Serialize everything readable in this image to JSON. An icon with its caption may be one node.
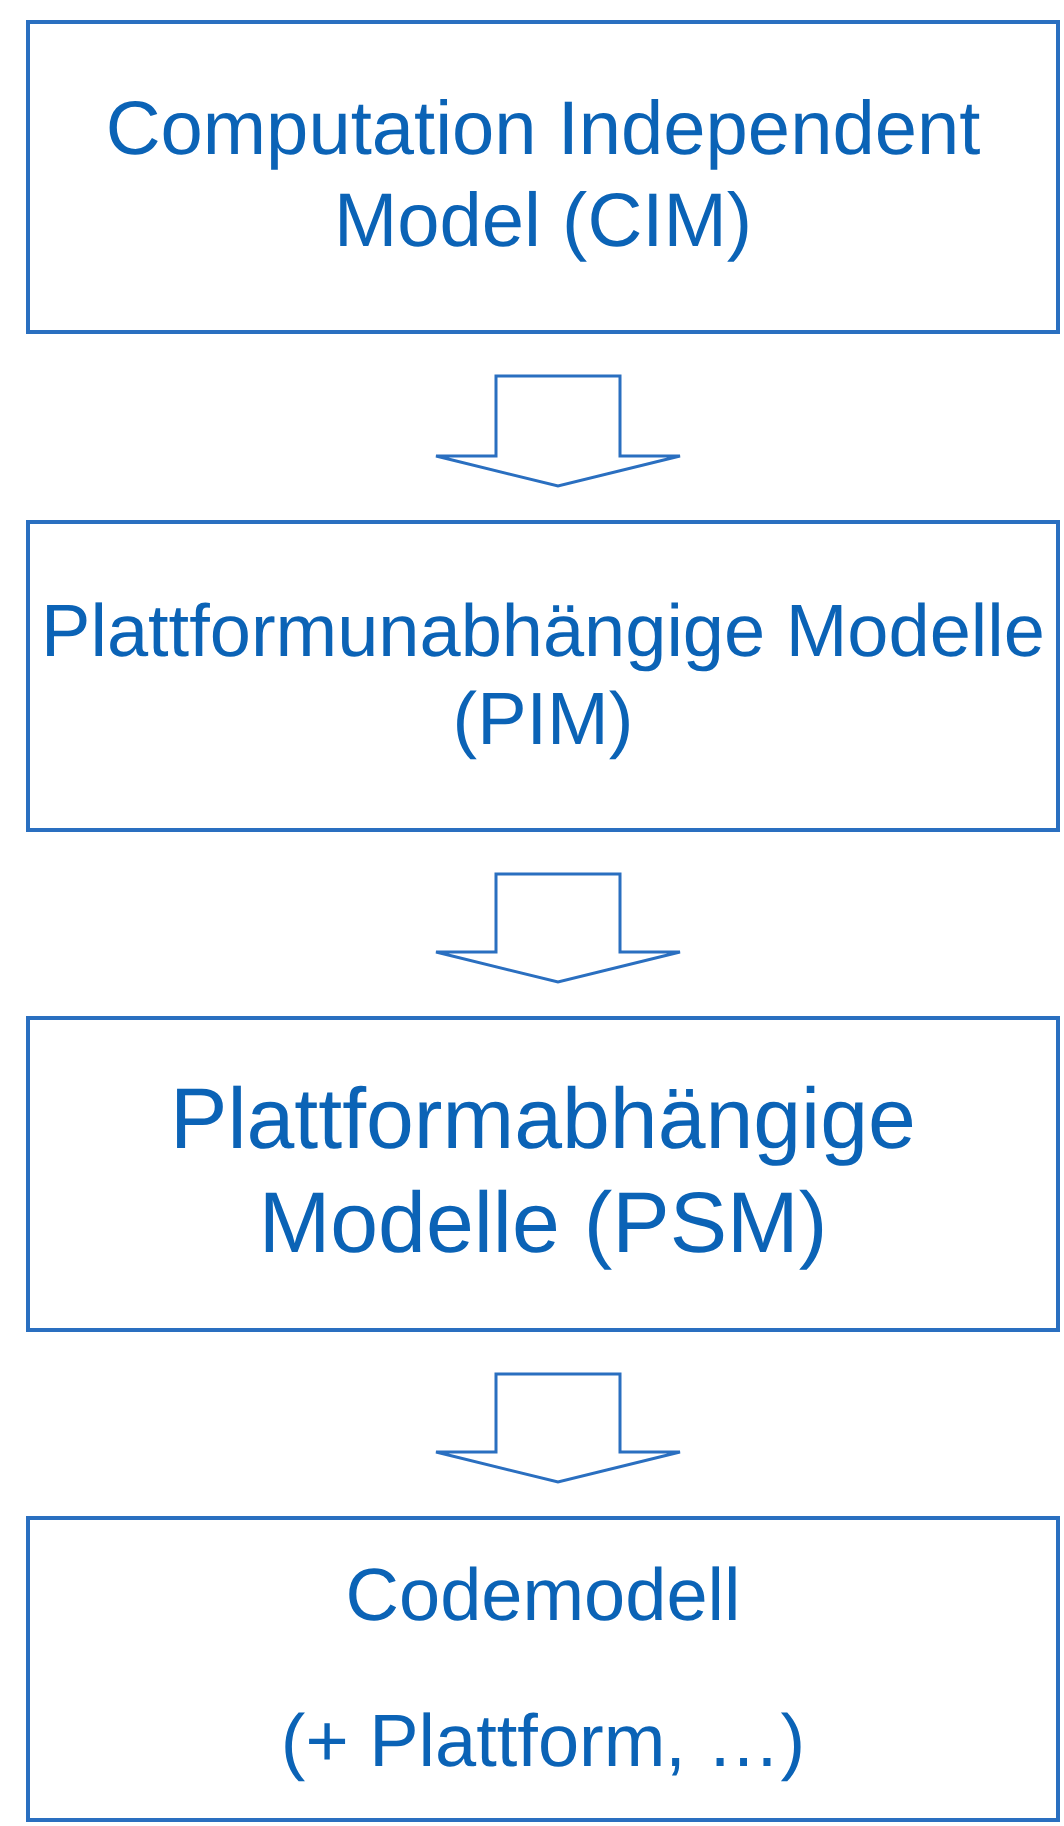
{
  "diagram": {
    "nodes": [
      {
        "text": [
          "Computation Independent Model (CIM)"
        ]
      },
      {
        "text": [
          "Plattformunabhängige Modelle (PIM)"
        ]
      },
      {
        "text": [
          "Plattformabhängige Modelle (PSM)"
        ]
      },
      {
        "text": [
          "Codemodell",
          "(+ Plattform, …)"
        ]
      }
    ],
    "edges": [
      {
        "from": 0,
        "to": 1,
        "arrow": "to"
      },
      {
        "from": 1,
        "to": 2,
        "arrow": "to"
      },
      {
        "from": 2,
        "to": 3,
        "arrow": "to"
      }
    ]
  }
}
